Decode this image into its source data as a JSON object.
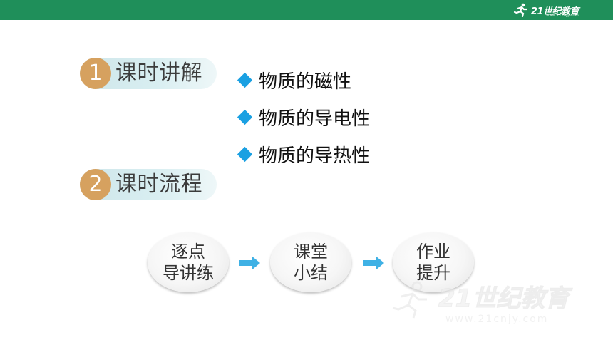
{
  "header": {
    "brand": "21世纪教育",
    "brand_url": "www.21cnjy.com",
    "bar_color": "#1f8f5a"
  },
  "sections": [
    {
      "number": "1",
      "title": "课时讲解"
    },
    {
      "number": "2",
      "title": "课时流程"
    }
  ],
  "lesson_points": [
    "物质的磁性",
    "物质的导电性",
    "物质的导热性"
  ],
  "flow": [
    {
      "line1": "逐点",
      "line2": "导讲练"
    },
    {
      "line1": "课堂",
      "line2": "小结"
    },
    {
      "line1": "作业",
      "line2": "提升"
    }
  ],
  "colors": {
    "section_number": "#d6a15f",
    "bullet": "#1aa0e2",
    "arrow": "#3fb1e5"
  },
  "icons": {
    "brand": "runner-logo-icon",
    "bullet": "diamond-bullet-icon",
    "flow_arrow": "right-arrow-icon"
  }
}
